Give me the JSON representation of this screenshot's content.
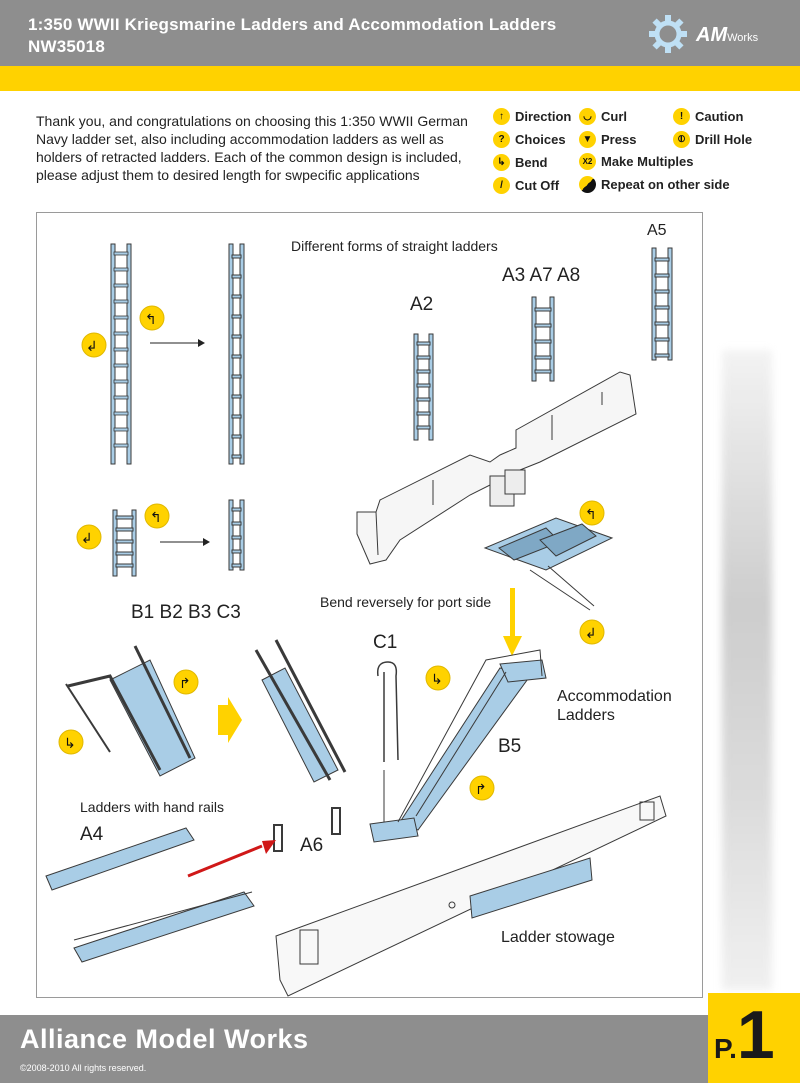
{
  "header": {
    "title_line1": "1:350 WWII Kriegsmarine Ladders and Accommodation Ladders",
    "title_line2": "NW35018",
    "brand": "AM",
    "brand_suffix": "Works"
  },
  "intro": "Thank you, and congratulations on choosing this 1:350 WWII German Navy ladder set, also including accommodation ladders as well as holders of retracted ladders. Each of the common design is included, please adjust them to desired length for swpecific applications",
  "legend": [
    {
      "icon": "up-arrow-icon",
      "symbol": "↑",
      "label": "Direction"
    },
    {
      "icon": "curl-icon",
      "symbol": "◡",
      "label": "Curl"
    },
    {
      "icon": "caution-icon",
      "symbol": "!",
      "label": "Caution"
    },
    {
      "icon": "question-icon",
      "symbol": "?",
      "label": "Choices"
    },
    {
      "icon": "press-icon",
      "symbol": "▼",
      "label": "Press"
    },
    {
      "icon": "drill-icon",
      "symbol": "⦶",
      "label": "Drill Hole"
    },
    {
      "icon": "bend-icon",
      "symbol": "↳",
      "label": "Bend"
    },
    {
      "icon": "multiply-icon",
      "symbol": "X2",
      "label": "Make Multiples"
    },
    {
      "icon": "cut-icon",
      "symbol": "/",
      "label": "Cut Off"
    },
    {
      "icon": "repeat-side-icon",
      "symbol": "",
      "label": "Repeat on other side"
    }
  ],
  "labels": {
    "straight_forms": "Different forms of straight ladders",
    "a5": "A5",
    "a3a7a8": "A3 A7 A8",
    "a2": "A2",
    "b_group": "B1 B2 B3 C3",
    "bend_reverse": "Bend reversely for port side",
    "c1": "C1",
    "accommodation": "Accommodation",
    "ladders": "Ladders",
    "b5": "B5",
    "hand_rails": "Ladders with hand rails",
    "a4": "A4",
    "a6": "A6",
    "stowage": "Ladder stowage"
  },
  "footer": {
    "company": "Alliance Model Works",
    "copyright": "©2008-2010 All rights reserved.",
    "page_prefix": "P.",
    "page_number": "1"
  },
  "colors": {
    "header_gray": "#8e8e8e",
    "accent_yellow": "#ffd200",
    "part_blue": "#a9cde6",
    "outline": "#3a3a3a",
    "arrow_red": "#d01818"
  }
}
